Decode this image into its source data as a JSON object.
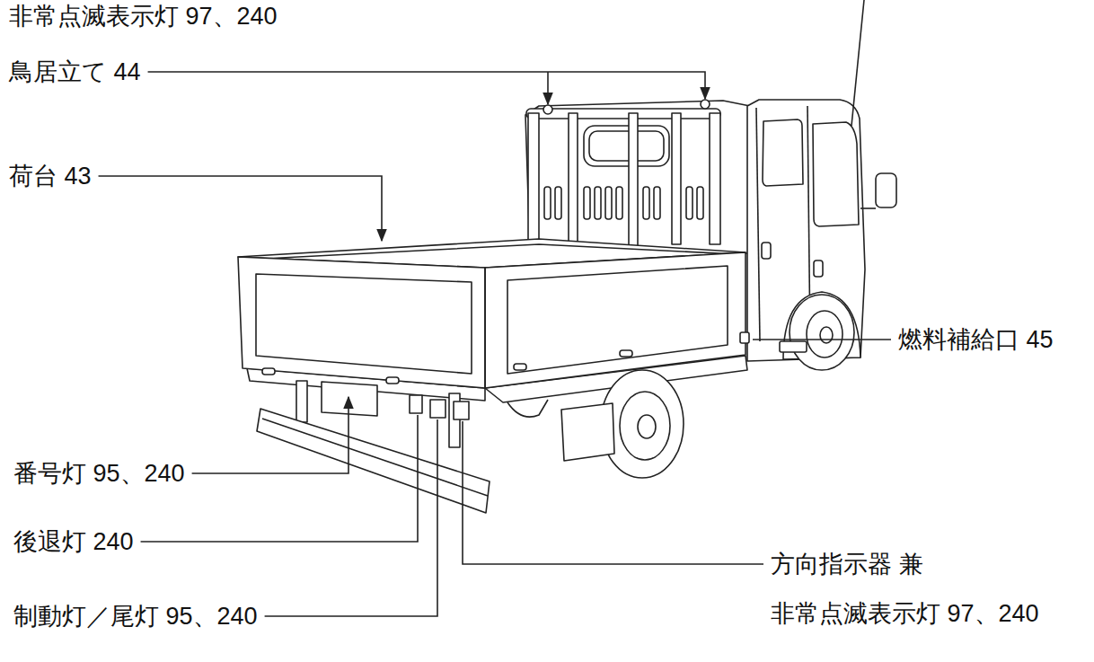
{
  "diagram": {
    "labels": [
      "非常点滅表示灯 97、240",
      "鳥居立て 44",
      "荷台 43",
      "燃料補給口 45",
      "番号灯 95、240",
      "後退灯 240",
      "制動灯／尾灯 95、240",
      "方向指示器 兼 非常点滅表示灯 97、240"
    ]
  }
}
